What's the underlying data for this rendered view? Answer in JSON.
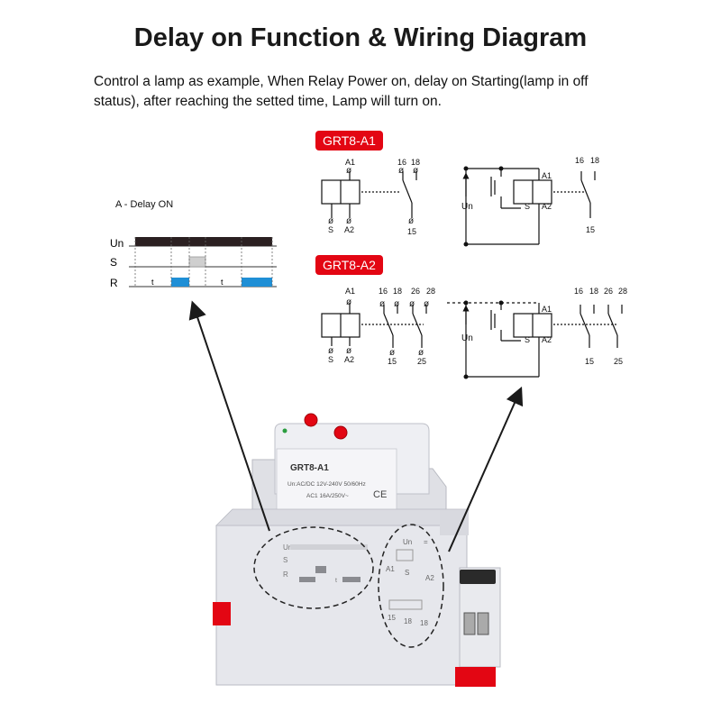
{
  "header": {
    "title": "Delay on Function & Wiring Diagram",
    "desc_line1": "Control a lamp as example, When Relay Power on, delay on Starting(lamp in off",
    "desc_line2": "status), after reaching the setted time, Lamp will turn on."
  },
  "timing": {
    "label": "A - Delay ON",
    "rows": [
      "Un",
      "S",
      "R"
    ],
    "t_mark": "t"
  },
  "diagram_a1": {
    "badge": "GRT8-A1",
    "terminals_top": [
      "A1",
      "16",
      "18"
    ],
    "terminals_bottom": [
      "S",
      "A2",
      "15"
    ],
    "circuit_labels": [
      "Un",
      "A1",
      "S",
      "A2",
      "16",
      "18",
      "15"
    ]
  },
  "diagram_a2": {
    "badge": "GRT8-A2",
    "terminals_top": [
      "A1",
      "16",
      "18",
      "26",
      "28"
    ],
    "terminals_bottom": [
      "S",
      "A2",
      "15",
      "25"
    ],
    "circuit_labels": [
      "Un",
      "A1",
      "S",
      "A2",
      "16",
      "18",
      "26",
      "28",
      "15",
      "25"
    ]
  },
  "device": {
    "model": "GRT8-A1",
    "spec1": "Un:AC/DC 12V-240V 50/60Hz",
    "spec2": "AC1 16A/250V~",
    "ce": "CE",
    "side_rows": [
      "Un",
      "S",
      "R"
    ],
    "side_t": "t",
    "term_top": [
      "Un",
      "="
    ],
    "term_mid": [
      "A1",
      "S",
      "A2"
    ],
    "term_bottom": [
      "15",
      "18",
      "18"
    ]
  },
  "colors": {
    "accent": "#e30613",
    "relay_blue": "#1f8fd6",
    "body": "#e6e7ec",
    "arrow": "#1a1a1a"
  }
}
